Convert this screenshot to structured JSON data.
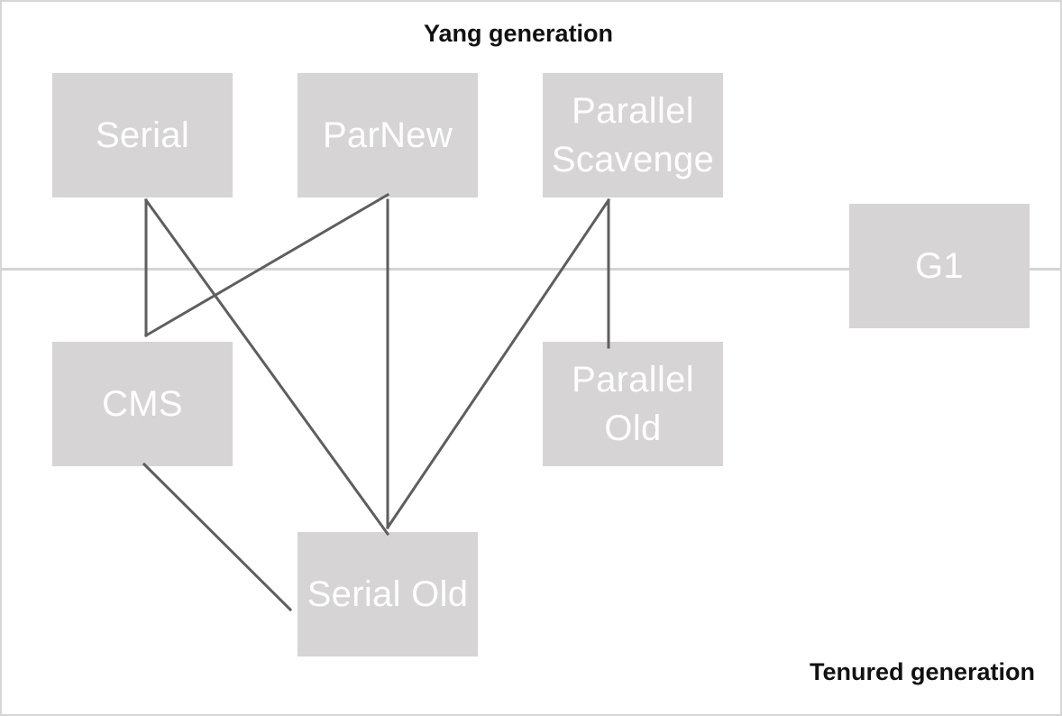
{
  "regions": {
    "top": "Yang generation",
    "bottom": "Tenured generation"
  },
  "nodes": {
    "serial": "Serial",
    "parnew": "ParNew",
    "parallel_scavenge": "Parallel\nScavenge",
    "g1": "G1",
    "cms": "CMS",
    "parallel_old": "Parallel\nOld",
    "serial_old": "Serial Old"
  },
  "colors": {
    "node_fill": "#d6d4d5",
    "node_text": "#ffffff",
    "connector": "#5e5e5e",
    "divider": "#d4d4d4",
    "frame": "#d6d6d6"
  },
  "connections": [
    [
      "Serial",
      "CMS"
    ],
    [
      "Serial",
      "Serial Old"
    ],
    [
      "ParNew",
      "CMS"
    ],
    [
      "ParNew",
      "Serial Old"
    ],
    [
      "Parallel Scavenge",
      "Serial Old"
    ],
    [
      "Parallel Scavenge",
      "Parallel Old"
    ],
    [
      "CMS",
      "Serial Old"
    ]
  ]
}
